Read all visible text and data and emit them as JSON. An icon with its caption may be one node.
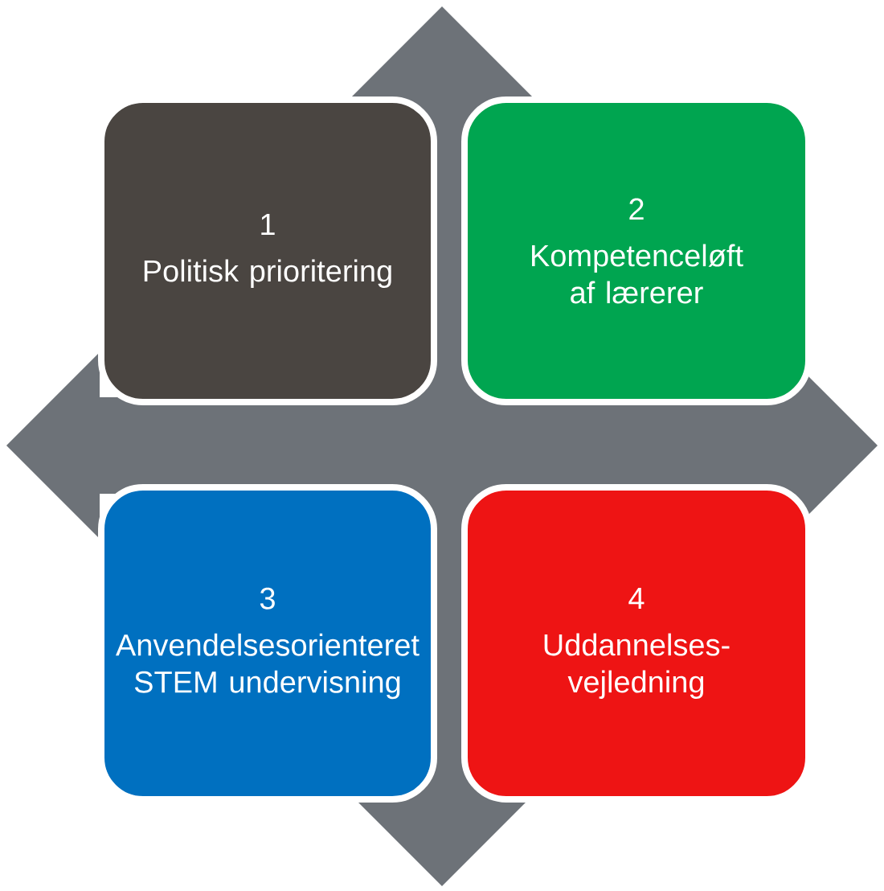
{
  "diagram": {
    "nodes": [
      {
        "text": [
          "1",
          "Politisk prioritering"
        ]
      },
      {
        "text": [
          "2",
          "Kompetenceløft af lærerer"
        ]
      },
      {
        "text": [
          "3",
          "Anvendelsesorienteret STEM undervisning"
        ]
      },
      {
        "text": [
          "4",
          "Uddannelses- vejledning"
        ]
      }
    ]
  }
}
